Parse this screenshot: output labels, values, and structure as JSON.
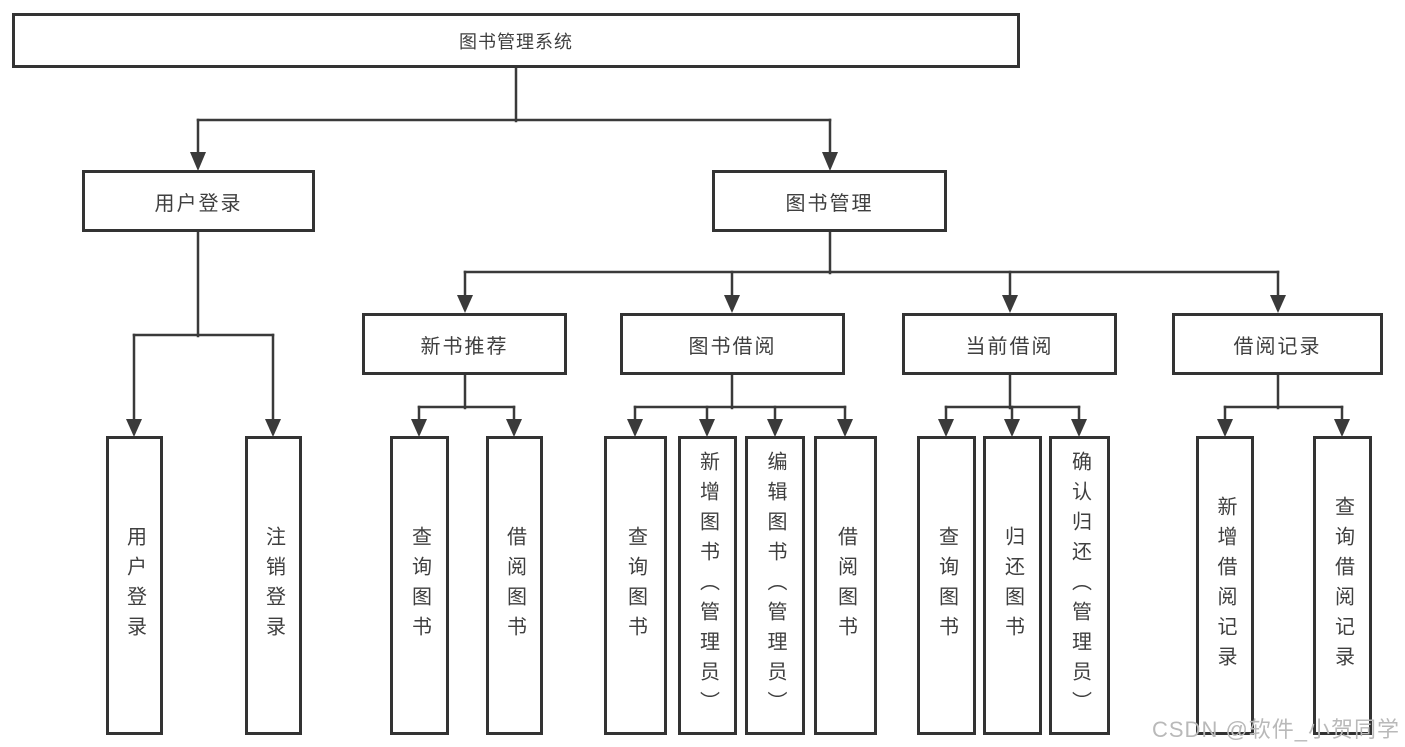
{
  "diagram": {
    "root": {
      "label": "图书管理系统"
    },
    "level2": [
      {
        "id": "user-login",
        "label": "用户登录"
      },
      {
        "id": "book-management",
        "label": "图书管理"
      }
    ],
    "level3": [
      {
        "id": "new-book-recommend",
        "label": "新书推荐"
      },
      {
        "id": "book-borrow",
        "label": "图书借阅"
      },
      {
        "id": "current-borrow",
        "label": "当前借阅"
      },
      {
        "id": "borrow-records",
        "label": "借阅记录"
      }
    ],
    "leaves": {
      "user_login": [
        "用户登录",
        "注销登录"
      ],
      "new_book_recommend": [
        "查询图书",
        "借阅图书"
      ],
      "book_borrow": [
        "查询图书",
        "新增图书（管理员）",
        "编辑图书（管理员）",
        "借阅图书"
      ],
      "current_borrow": [
        "查询图书",
        "归还图书",
        "确认归还（管理员）"
      ],
      "borrow_records": [
        "新增借阅记录",
        "查询借阅记录"
      ]
    }
  },
  "watermark": {
    "text": "CSDN @软件_小贺同学"
  },
  "colors": {
    "line": "#3a3a3a",
    "box_border": "#333333",
    "text": "#3f3f3f",
    "watermark": "#b9b9b9",
    "background": "#ffffff"
  }
}
